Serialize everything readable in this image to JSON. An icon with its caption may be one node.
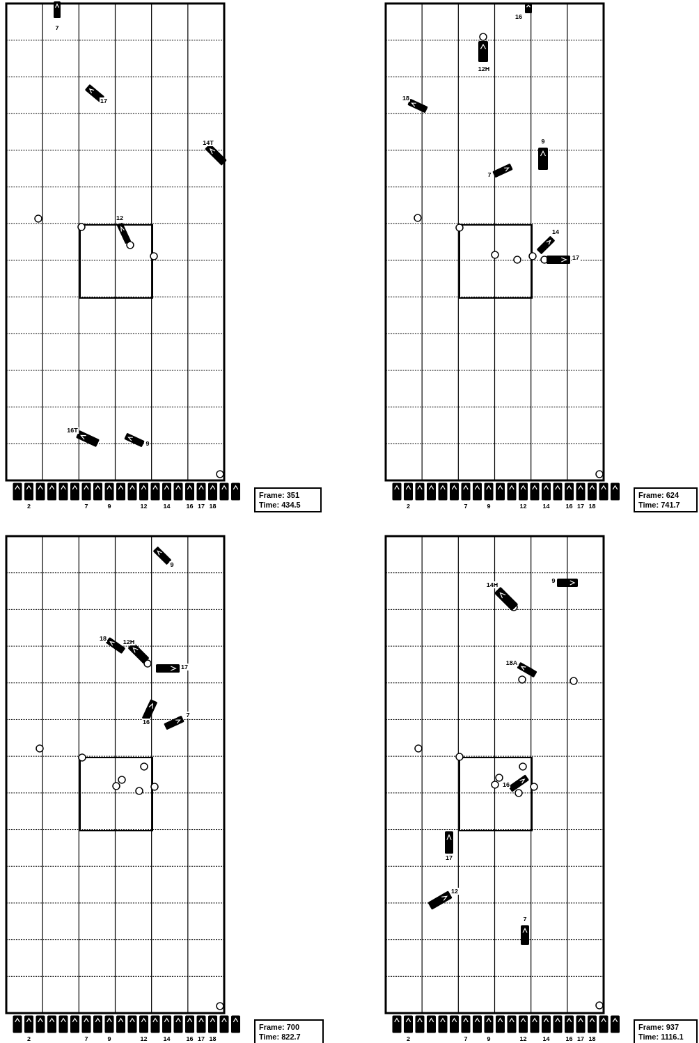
{
  "diagram": {
    "nodes": [
      {
        "text": [
          "Frame: 351",
          "Time: 434.5"
        ]
      },
      {
        "text": [
          "Frame: 624",
          "Time: 741.7"
        ]
      },
      {
        "text": [
          "Frame: 700",
          "Time: 822.7"
        ]
      },
      {
        "text": [
          "Frame: 937",
          "Time: 1116.1"
        ]
      }
    ],
    "labels": [
      "7",
      "17",
      "14T",
      "12",
      "16T",
      "9",
      "2",
      "7",
      "9",
      "12",
      "14",
      "16",
      "17",
      "18",
      "16",
      "12H",
      "18",
      "9",
      "7",
      "14",
      "17",
      "2",
      "7",
      "9",
      "12",
      "14",
      "16",
      "17",
      "18",
      "9",
      "18",
      "12H",
      "17",
      "16",
      "7",
      "2",
      "7",
      "9",
      "12",
      "14",
      "16",
      "17",
      "18",
      "14H",
      "9",
      "18A",
      "16",
      "17",
      "12",
      "7",
      "2",
      "7",
      "9",
      "12",
      "14",
      "16",
      "17",
      "18"
    ]
  }
}
